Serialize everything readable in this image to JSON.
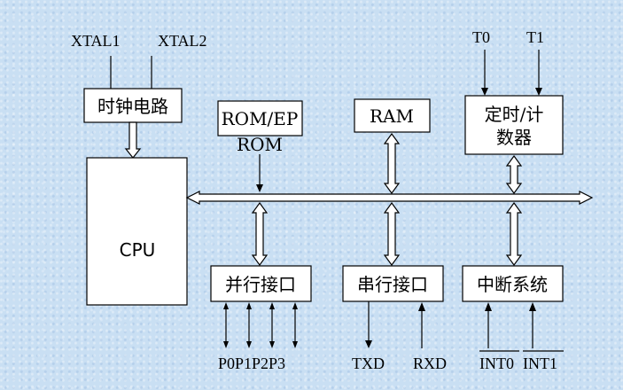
{
  "labels": {
    "xtal1": "XTAL1",
    "xtal2": "XTAL2",
    "t0": "T0",
    "t1": "T1",
    "clock": "时钟电路",
    "rom_line1": "ROM/EP",
    "rom_line2": "ROM",
    "ram": "RAM",
    "timer_line1": "定时/计",
    "timer_line2": "数器",
    "cpu": "CPU",
    "parallel": "并行接口",
    "serial": "串行接口",
    "interrupt": "中断系统",
    "ports": "P0P1P2P3",
    "txd": "TXD",
    "rxd": "RXD",
    "int0": "INT0",
    "int1": "INT1"
  }
}
